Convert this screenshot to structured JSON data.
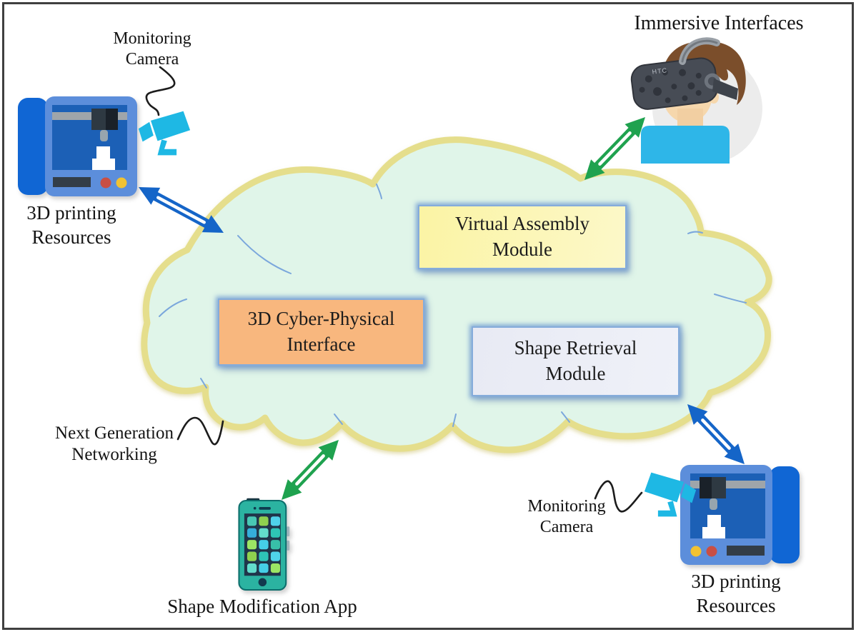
{
  "cloud_modules": {
    "virtual_assembly": {
      "line1": "Virtual Assembly",
      "line2": "Module"
    },
    "cyber_physical": {
      "line1": "3D Cyber-Physical",
      "line2": "Interface"
    },
    "shape_retrieval": {
      "line1": "Shape Retrieval",
      "line2": "Module"
    }
  },
  "labels": {
    "monitoring_camera_top": {
      "line1": "Monitoring",
      "line2": "Camera"
    },
    "immersive_interfaces": "Immersive Interfaces",
    "printing_resources_left": {
      "line1": "3D printing",
      "line2": "Resources"
    },
    "next_generation": {
      "line1": "Next Generation",
      "line2": "Networking"
    },
    "shape_modification_app": "Shape Modification App",
    "monitoring_camera_bottom": {
      "line1": "Monitoring",
      "line2": "Camera"
    },
    "printing_resources_right": {
      "line1": "3D printing",
      "line2": "Resources"
    }
  },
  "vr_headset_brand": "HTC",
  "icons": {
    "printer_top_left": "printer-icon",
    "printer_bottom_right": "printer-icon",
    "camera_top_left": "cctv-camera-icon",
    "camera_bottom_right": "cctv-camera-icon",
    "smartphone": "smartphone-icon",
    "vr_user": "vr-headset-user-icon"
  },
  "colors": {
    "cloud_fill": "#E0F5E9",
    "cloud_border": "#E5DE8C",
    "arrow_blue": "#1565C8",
    "arrow_green": "#1FA24F",
    "box_yellow": "#FBF4A4",
    "box_orange": "#F8B77E",
    "box_lavender": "#E8EAF4",
    "printer_body_blue": "#5C8EDB",
    "printer_panel_blue": "#1066D4",
    "camera_cyan": "#1EB8E4",
    "phone_teal": "#2BB3A1",
    "shirt_blue": "#2EB6E8"
  }
}
